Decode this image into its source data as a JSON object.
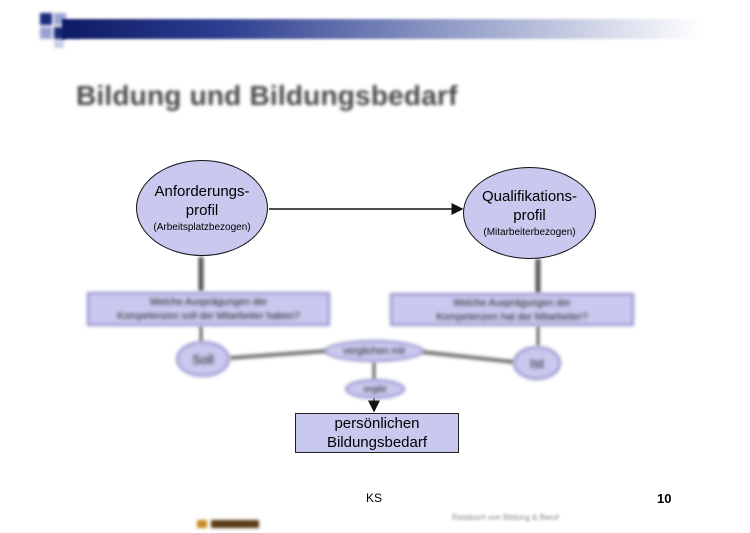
{
  "title": "Bildung und Bildungsbedarf",
  "nodes": {
    "anforderung": {
      "line1": "Anforderungs-",
      "line2": "profil",
      "sub": "(Arbeitsplatzbezogen)"
    },
    "qualifikation": {
      "line1": "Qualifikations-",
      "line2": "profil",
      "sub": "(Mitarbeiterbezogen)"
    },
    "frage_soll": {
      "line1": "Welche Ausprägungen der",
      "line2": "Kompetenzen soll der Mitarbeiter haben?"
    },
    "frage_ist": {
      "line1": "Welche Ausprägungen der",
      "line2": "Kompetenzen hat der Mitarbeiter?"
    },
    "soll": "Soll",
    "ist": "Ist",
    "vergleich": "verglichen mit",
    "ergibt": "ergibt",
    "ergebnis": {
      "line1": "persönlichen",
      "line2": "Bildungsbedarf"
    }
  },
  "footer": {
    "author": "KS",
    "page": "10",
    "source": "Ratsbuch von Bildung & Beruf"
  },
  "colors": {
    "node_fill": "#c9c8ee",
    "node_border": "#8a88c6",
    "header_dark": "#0d1a66"
  },
  "icons": [
    "header-squares-logo",
    "footer-logo"
  ]
}
